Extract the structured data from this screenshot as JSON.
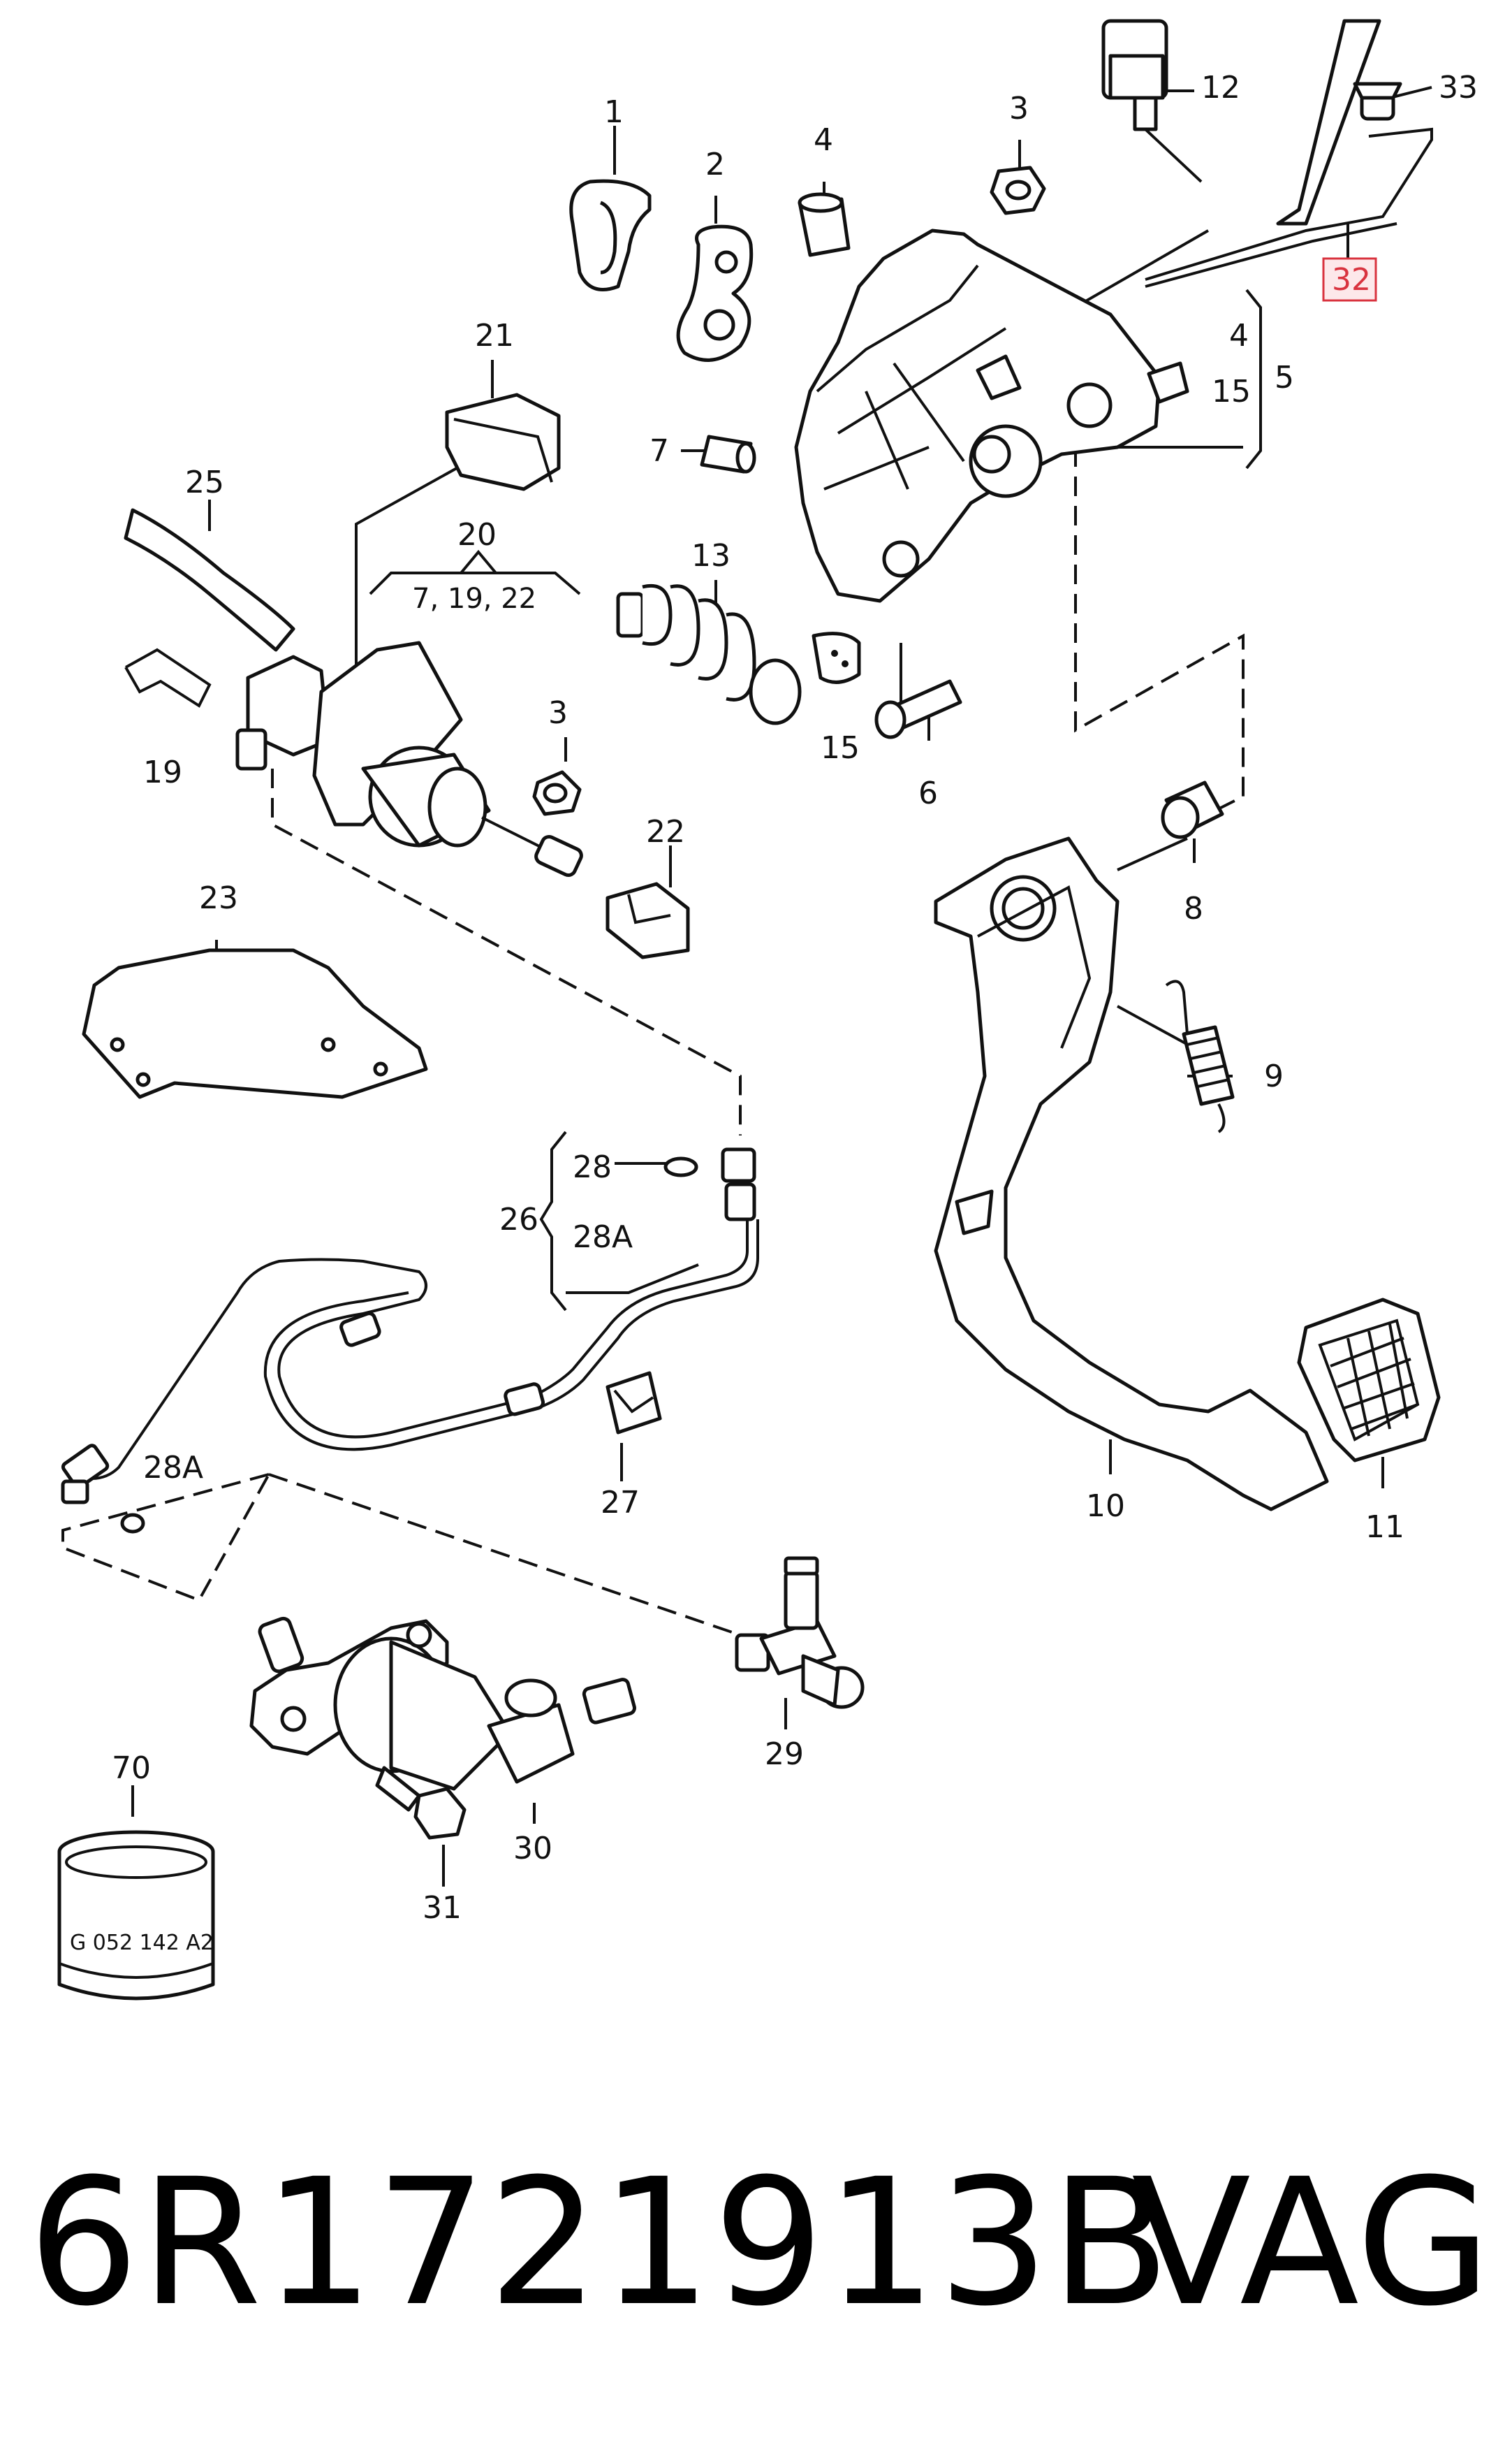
{
  "callouts": {
    "c1": "1",
    "c2": "2",
    "c3a": "3",
    "c3b": "3",
    "c4a": "4",
    "c4b": "4",
    "c5": "5",
    "c6": "6",
    "c7": "7",
    "c8": "8",
    "c9": "9",
    "c10": "10",
    "c11": "11",
    "c12": "12",
    "c13": "13",
    "c15a": "15",
    "c15b": "15",
    "c19": "19",
    "c20": "20",
    "c20sub": "7, 19, 22",
    "c21": "21",
    "c22": "22",
    "c23": "23",
    "c25": "25",
    "c26": "26",
    "c27": "27",
    "c28": "28",
    "c28A_a": "28A",
    "c28A_b": "28A",
    "c29": "29",
    "c30": "30",
    "c31": "31",
    "c32": "32",
    "c33": "33",
    "c70": "70"
  },
  "stamp_text": "G 052 142 A2",
  "footer": {
    "part_number": "6R1721913B",
    "brand": "VAG"
  },
  "colors": {
    "highlight_fill": "#fde8ea",
    "highlight_stroke": "#d9333f",
    "line": "#111111"
  }
}
